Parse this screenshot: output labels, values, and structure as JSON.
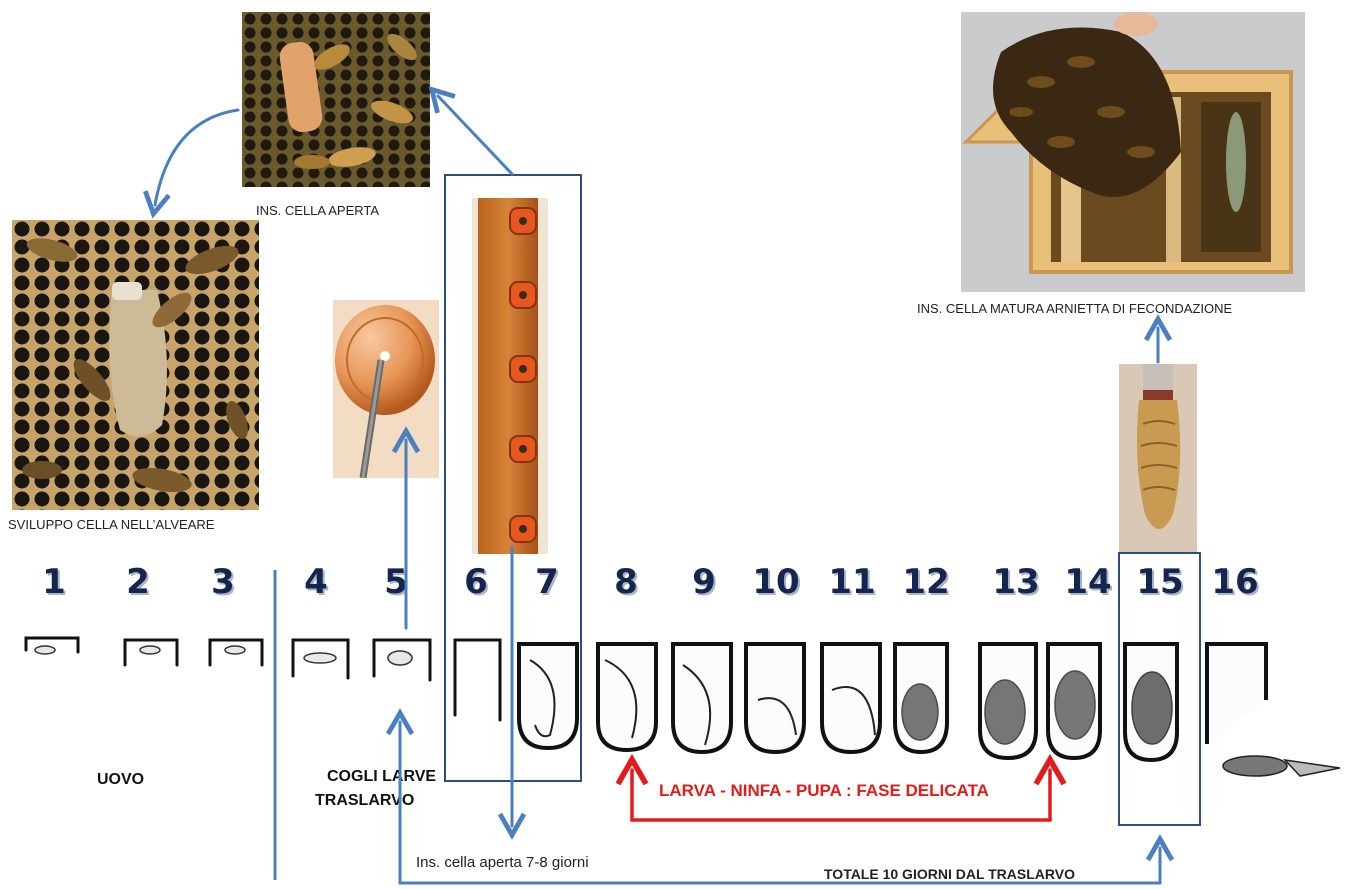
{
  "captions": {
    "open_cell": "INS. CELLA APERTA",
    "development": "SVILUPPO CELLA NELL’ALVEARE",
    "mature_cell": "INS. CELLA MATURA ARNIETTA DI FECONDAZIONE"
  },
  "days": [
    "1",
    "2",
    "3",
    "4",
    "5",
    "6",
    "7",
    "8",
    "9",
    "10",
    "11",
    "12",
    "13",
    "14",
    "15",
    "16"
  ],
  "labels": {
    "egg": "UOVO",
    "pick_larvae_1": "COGLI LARVE",
    "pick_larvae_2": "TRASLARVO",
    "delicate_phase": "LARVA  - NINFA - PUPA : FASE DELICATA",
    "open_cell_days": "Ins. cella aperta 7-8 giorni",
    "total_days": "TOTALE 10 GIORNI DAL TRASLARVO"
  },
  "colors": {
    "arrow_blue": "#4a7fc1",
    "frame_blue": "#2e4d86",
    "day_number": "#14264f",
    "red": "#e31b1b"
  }
}
